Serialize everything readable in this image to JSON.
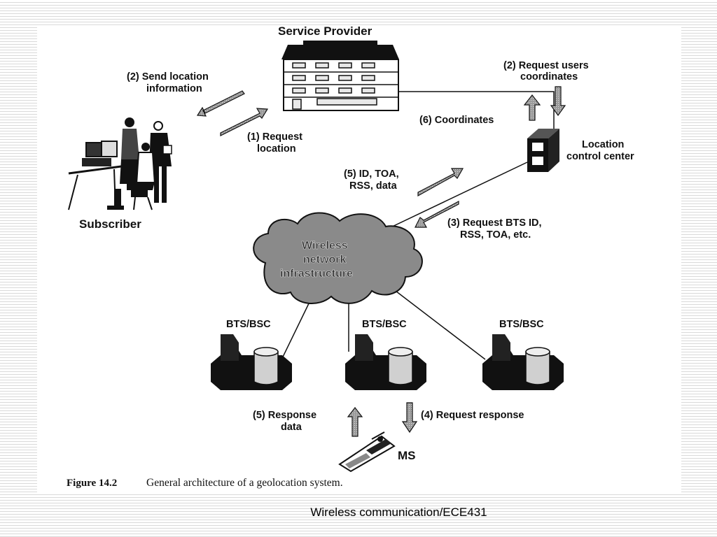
{
  "nodes": {
    "service_provider": "Service Provider",
    "subscriber": "Subscriber",
    "location_center_line1": "Location",
    "location_center_line2": "control center",
    "cloud_line1": "Wireless",
    "cloud_line2": "network",
    "cloud_line3": "infrastructure",
    "bts": [
      "BTS/BSC",
      "BTS/BSC",
      "BTS/BSC"
    ],
    "ms": "MS"
  },
  "steps": {
    "send_location_line1": "(2) Send location",
    "send_location_line2": "information",
    "request_location_line1": "(1) Request",
    "request_location_line2": "location",
    "request_users_line1": "(2) Request users",
    "request_users_line2": "coordinates",
    "coordinates": "(6) Coordinates",
    "id_toa_line1": "(5) ID, TOA,",
    "id_toa_line2": "RSS, data",
    "request_bts_line1": "(3) Request BTS ID,",
    "request_bts_line2": "RSS, TOA, etc.",
    "response_data_line1": "(5) Response",
    "response_data_line2": "data",
    "request_response": "(4) Request response"
  },
  "caption": {
    "number": "Figure 14.2",
    "text": "General architecture of a geolocation system."
  },
  "footer": "Wireless communication/ECE431"
}
